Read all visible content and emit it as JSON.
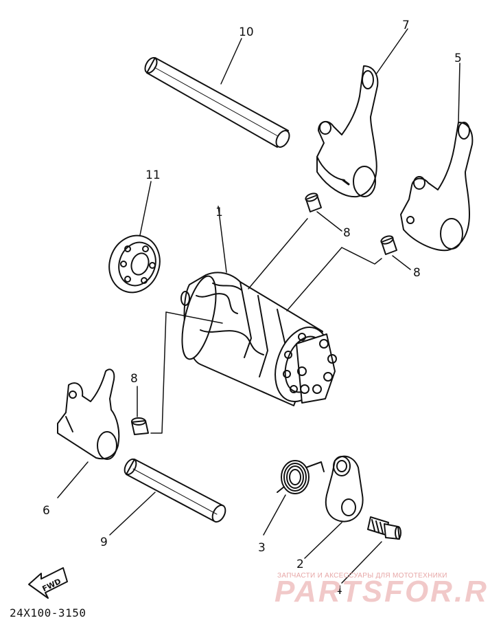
{
  "diagram": {
    "callouts": [
      {
        "id": "1",
        "label": "1"
      },
      {
        "id": "2",
        "label": "2"
      },
      {
        "id": "3",
        "label": "3"
      },
      {
        "id": "4",
        "label": "4"
      },
      {
        "id": "5",
        "label": "5"
      },
      {
        "id": "6",
        "label": "6"
      },
      {
        "id": "7",
        "label": "7"
      },
      {
        "id": "8a",
        "label": "8"
      },
      {
        "id": "8b",
        "label": "8"
      },
      {
        "id": "8c",
        "label": "8"
      },
      {
        "id": "9",
        "label": "9"
      },
      {
        "id": "10",
        "label": "10"
      },
      {
        "id": "11",
        "label": "11"
      }
    ],
    "direction_marker": "FWD",
    "drawing_code": "24X100-3150"
  },
  "watermark": {
    "tagline": "ЗАПЧАСТИ И АКСЕССУАРЫ ДЛЯ МОТОТЕХНИКИ",
    "brand": "PARTSFOR.RU",
    "color": "#f1c9c9"
  }
}
